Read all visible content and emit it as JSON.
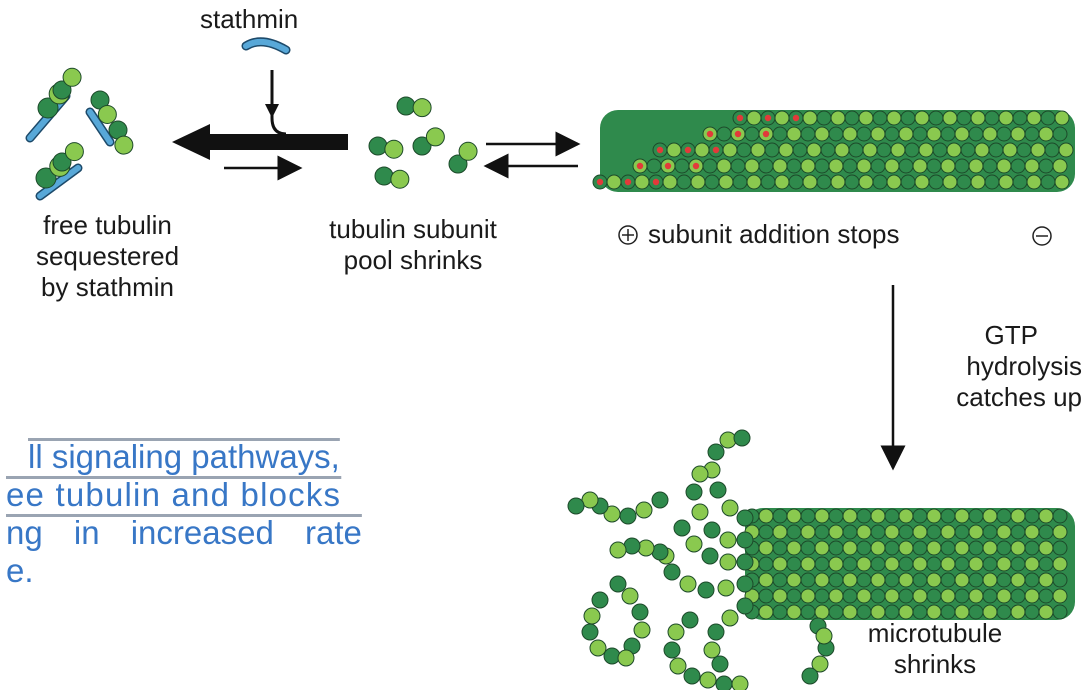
{
  "labels": {
    "stathmin": "stathmin",
    "free_tubulin": [
      "free tubulin",
      "sequestered",
      "by stathmin"
    ],
    "pool": [
      "tubulin subunit",
      "pool shrinks"
    ],
    "addition_stops": "subunit addition stops",
    "gtp": [
      "GTP",
      "hydrolysis",
      "catches up"
    ],
    "shrinks": [
      "microtubule",
      "shrinks"
    ]
  },
  "paragraph": [
    "ll signaling pathways,",
    "ee tubulin and blocks",
    "ng in increased rate",
    "e."
  ],
  "colors": {
    "dark_green": "#2f8a4c",
    "light_green": "#8ac94f",
    "stathmin_blue": "#58a8d8",
    "gtp_red": "#e23a3a",
    "text_blue": "#3877c6"
  }
}
